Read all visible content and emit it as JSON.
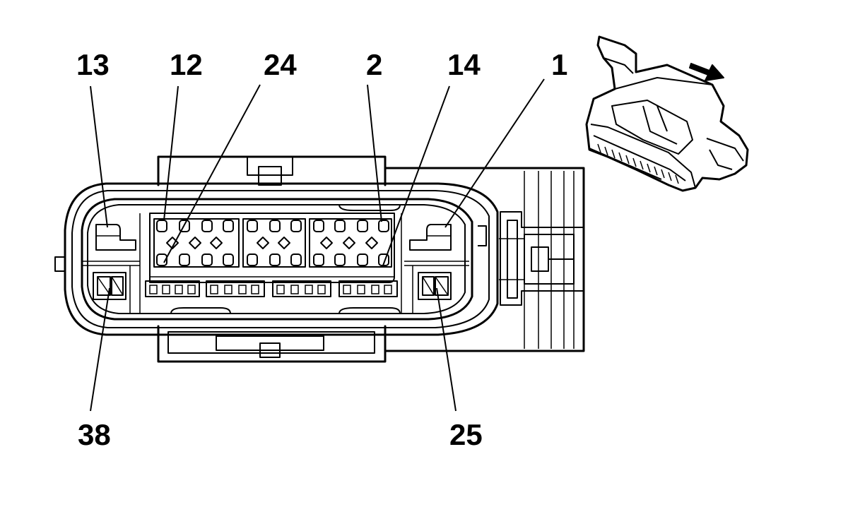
{
  "diagram": {
    "pin_labels": {
      "p13": "13",
      "p12": "12",
      "p24": "24",
      "p2": "2",
      "p14": "14",
      "p1": "1",
      "p38": "38",
      "p25": "25"
    },
    "inset": {
      "arrow_icon": "arrow-right-down-icon"
    }
  }
}
